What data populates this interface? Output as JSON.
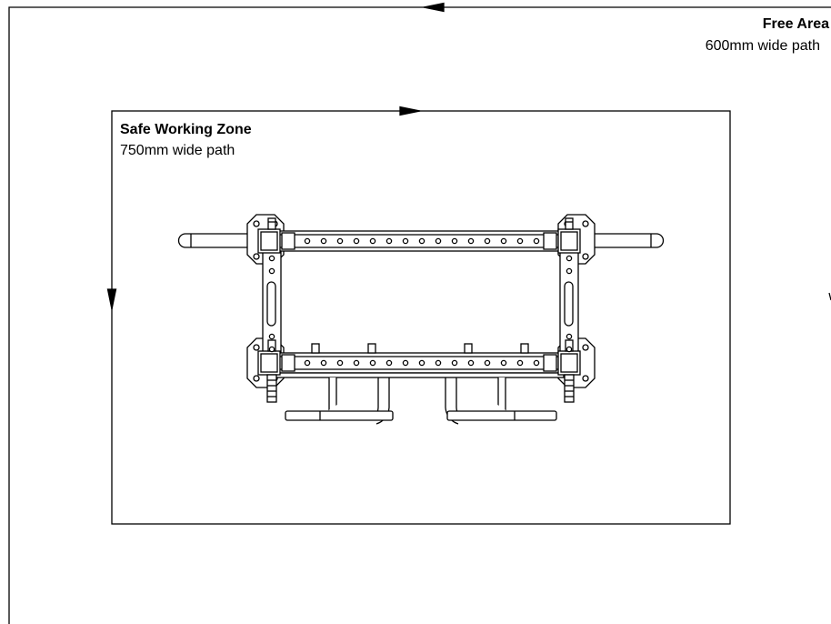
{
  "free_area": {
    "title": "Free Area",
    "subtitle": "600mm wide path"
  },
  "safe_zone": {
    "title": "Safe Working Zone",
    "subtitle": "750mm wide path"
  },
  "colors": {
    "line": "#000000",
    "background": "#ffffff",
    "part_fill": "#ffffff"
  }
}
